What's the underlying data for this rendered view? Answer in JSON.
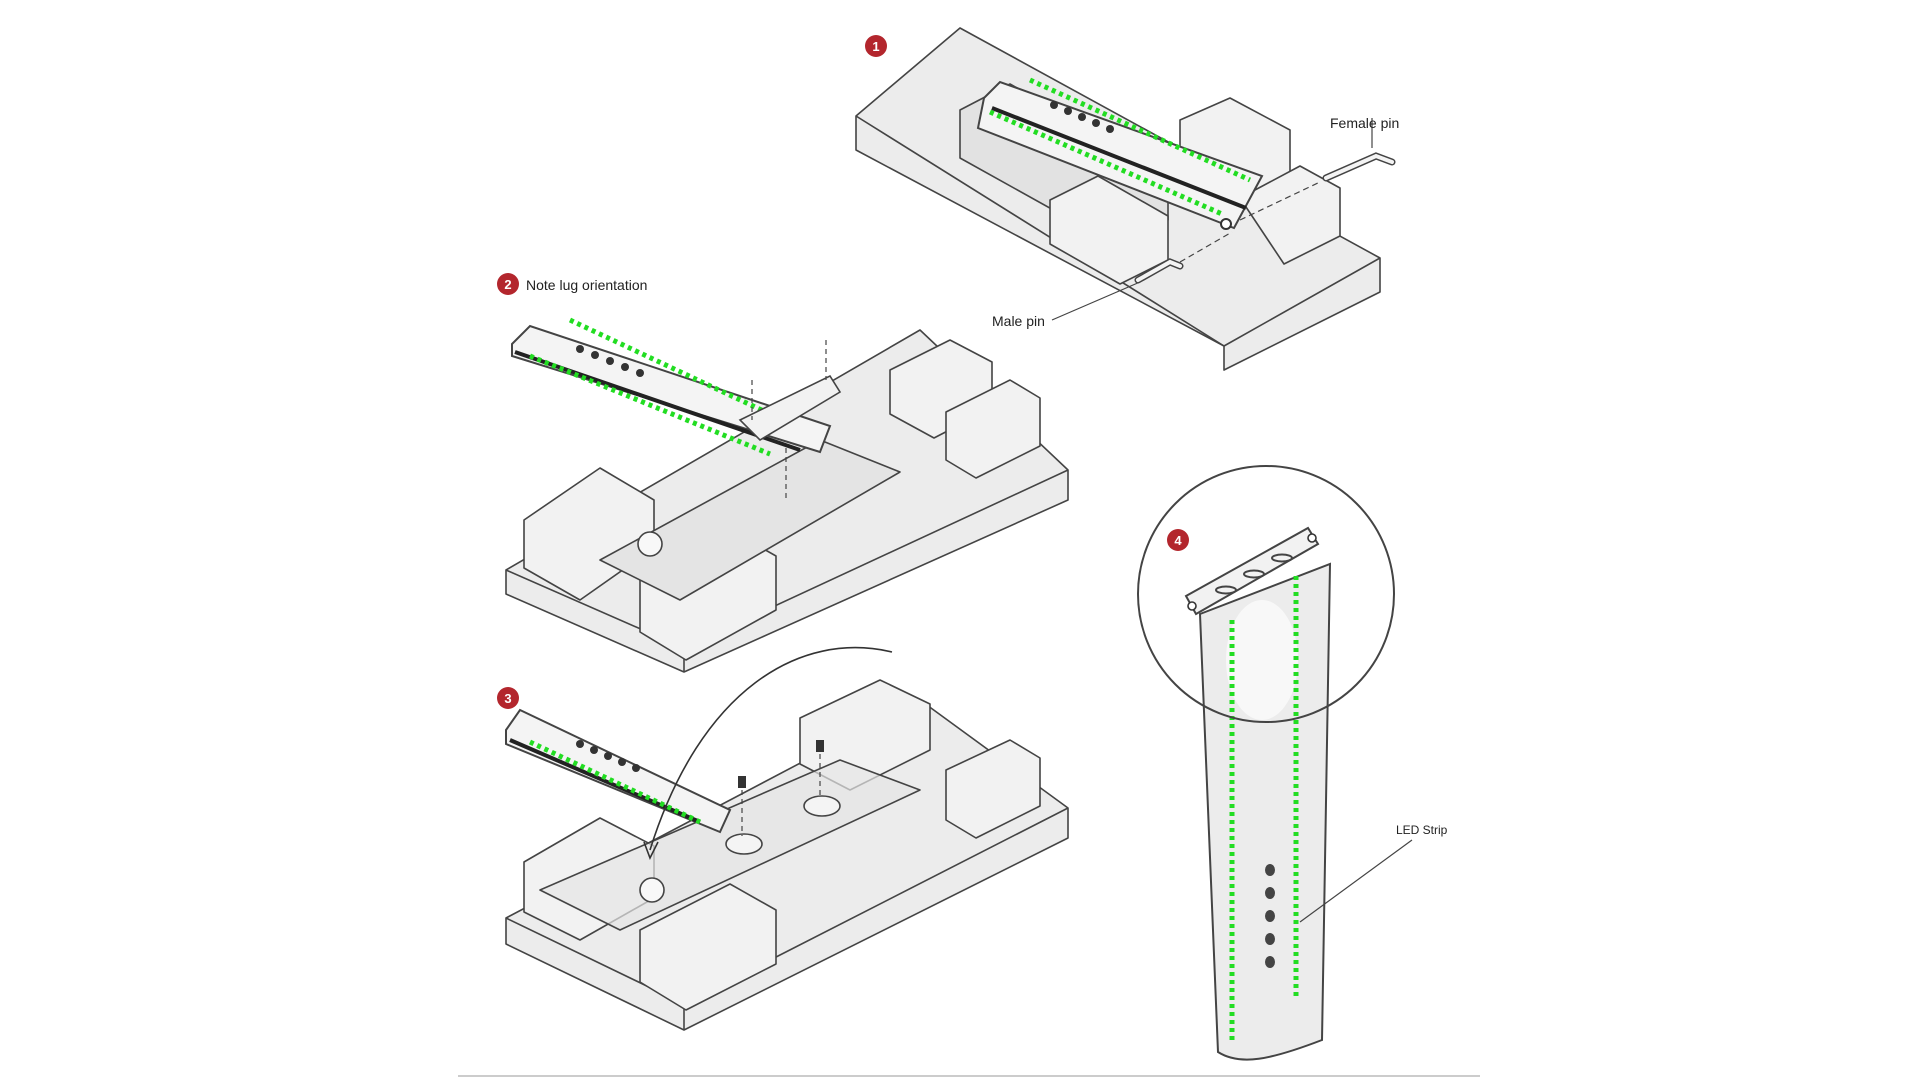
{
  "steps": [
    {
      "number": "1",
      "label": ""
    },
    {
      "number": "2",
      "label": "Note lug orientation"
    },
    {
      "number": "3",
      "label": ""
    },
    {
      "number": "4",
      "label": ""
    }
  ],
  "callouts": {
    "female_pin": "Female pin",
    "male_pin": "Male pin",
    "led_strip": "LED Strip"
  },
  "colors": {
    "step_badge": "#b3262d",
    "led": "#22dd22",
    "fixture_fill": "#ececec",
    "outline": "#444444",
    "band": "#555555"
  }
}
